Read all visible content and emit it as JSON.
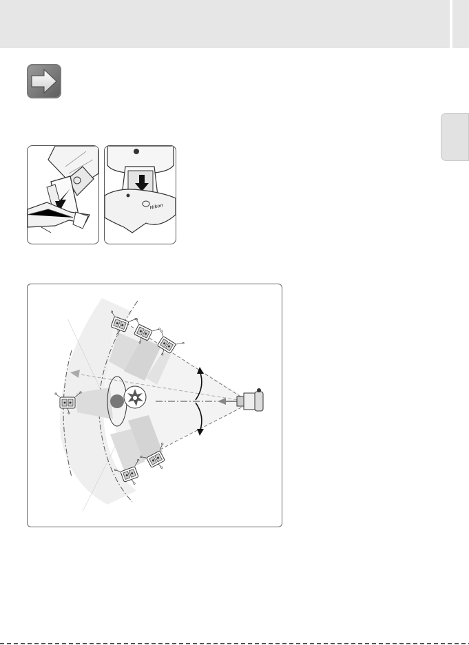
{
  "page": {
    "header_color": "#e6e6e6",
    "tab_color": "#e2e2e2",
    "badge_color": "#7a7a7a"
  },
  "icons": {
    "badge": "arrow-right-icon",
    "photo_left": "flash-mount-photo",
    "photo_right": "stand-attach-photo"
  },
  "diagram": {
    "subject_icon": "flower-icon",
    "camera_icon": "camera-icon",
    "flash_count": 6
  }
}
